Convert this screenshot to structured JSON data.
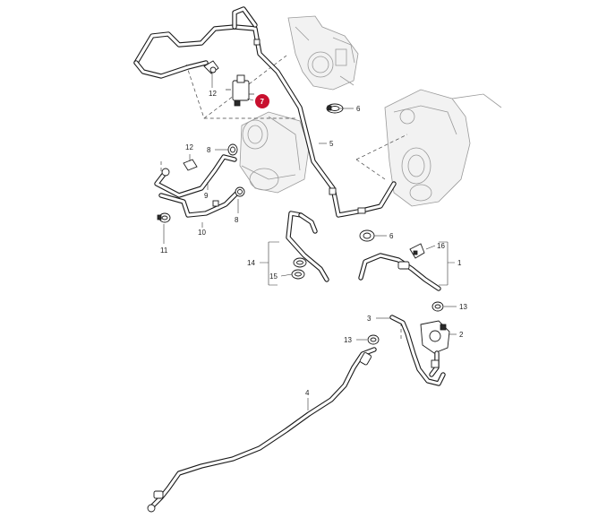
{
  "callouts": {
    "c1": "1",
    "c2": "2",
    "c3": "3",
    "c4": "4",
    "c5": "5",
    "c6a": "6",
    "c6b": "6",
    "c7": "7",
    "c8a": "8",
    "c8b": "8",
    "c9": "9",
    "c10": "10",
    "c11": "11",
    "c12a": "12",
    "c12b": "12",
    "c13a": "13",
    "c13b": "13",
    "c14": "14",
    "c15": "15",
    "c16": "16"
  },
  "highlight": {
    "color": "#c8102e",
    "selected_part": "7"
  },
  "colors": {
    "line": "#1a1a1a",
    "engine": "#9a9a9a"
  }
}
